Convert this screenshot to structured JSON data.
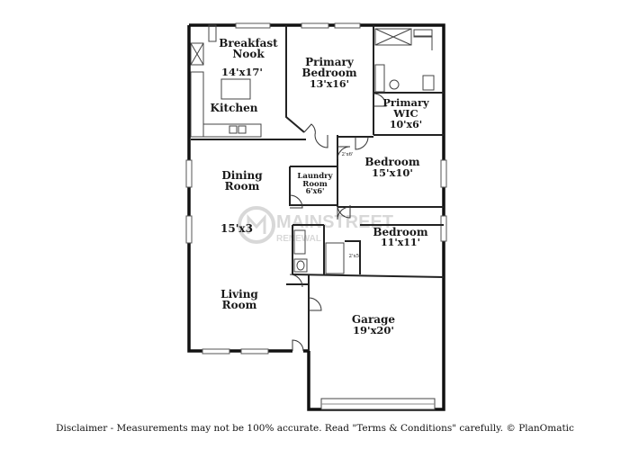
{
  "rooms": {
    "breakfast_nook": {
      "name_line1": "Breakfast",
      "name_line2": "Nook",
      "dims": "14'x17'"
    },
    "kitchen": {
      "name": "Kitchen"
    },
    "primary_bedroom": {
      "name_line1": "Primary",
      "name_line2": "Bedroom",
      "dims": "13'x16'"
    },
    "primary_wic": {
      "name_line1": "Primary",
      "name_line2": "WIC",
      "dims": "10'x6'"
    },
    "bedroom_1": {
      "name": "Bedroom",
      "dims": "15'x10'"
    },
    "laundry": {
      "name_line1": "Laundry",
      "name_line2": "Room",
      "dims": "6'x6'"
    },
    "dining": {
      "name_line1": "Dining",
      "name_line2": "Room",
      "dims": "15'x3"
    },
    "bedroom_2": {
      "name": "Bedroom",
      "dims": "11'x11'"
    },
    "living": {
      "name_line1": "Living",
      "name_line2": "Room"
    },
    "garage": {
      "name": "Garage",
      "dims": "19'x20'"
    },
    "closet_a": {
      "dims": "2'x6'"
    },
    "closet_b": {
      "dims": "2'x5'"
    }
  },
  "watermark": {
    "line1": "MAINSTREET",
    "line2": "RENEWAL"
  },
  "disclaimer": "Disclaimer - Measurements may not be 100% accurate. Read \"Terms & Conditions\" carefully. © PlanOmatic"
}
